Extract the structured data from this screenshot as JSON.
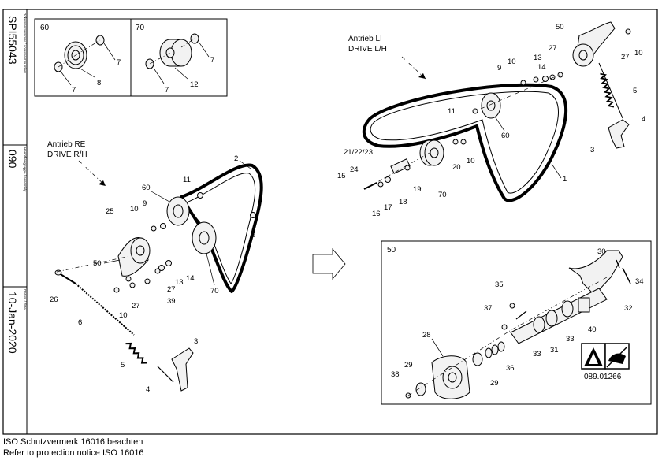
{
  "title_block": {
    "doc_label": "Dokumentnummer / document number",
    "doc_number": "SPI55043",
    "group_label": "Hauptbaugruppe / assembly",
    "group_value": "090",
    "date_label": "Datum / date",
    "date_value": "10-Jan-2020"
  },
  "inset_top": {
    "box60": {
      "title": "60",
      "callouts": [
        "7",
        "7",
        "8"
      ]
    },
    "box70": {
      "title": "70",
      "callouts": [
        "7",
        "7",
        "12"
      ]
    }
  },
  "left_assembly": {
    "heading_de": "Antrieb RE",
    "heading_en": "DRIVE R/H",
    "callouts": [
      "2",
      "11",
      "60",
      "9",
      "10",
      "25",
      "9",
      "50",
      "27",
      "14",
      "13",
      "39",
      "70",
      "26",
      "27",
      "10",
      "6",
      "5",
      "3",
      "4"
    ]
  },
  "right_assembly": {
    "heading_de": "Antrieb LI",
    "heading_en": "DRIVE L/H",
    "callouts": [
      "50",
      "27",
      "10",
      "9",
      "10",
      "13",
      "14",
      "27",
      "5",
      "4",
      "3",
      "11",
      "60",
      "1",
      "21/22/23",
      "24",
      "15",
      "16",
      "17",
      "18",
      "19",
      "70",
      "20",
      "10"
    ]
  },
  "detail_50": {
    "title": "50",
    "callouts": [
      "30",
      "34",
      "32",
      "35",
      "37",
      "40",
      "28",
      "33",
      "31",
      "33",
      "36",
      "29",
      "29",
      "38"
    ],
    "label_code": "089.01266"
  },
  "footer": {
    "line1": "ISO Schutzvermerk 16016 beachten",
    "line2": "Refer to protection notice ISO 16016"
  }
}
